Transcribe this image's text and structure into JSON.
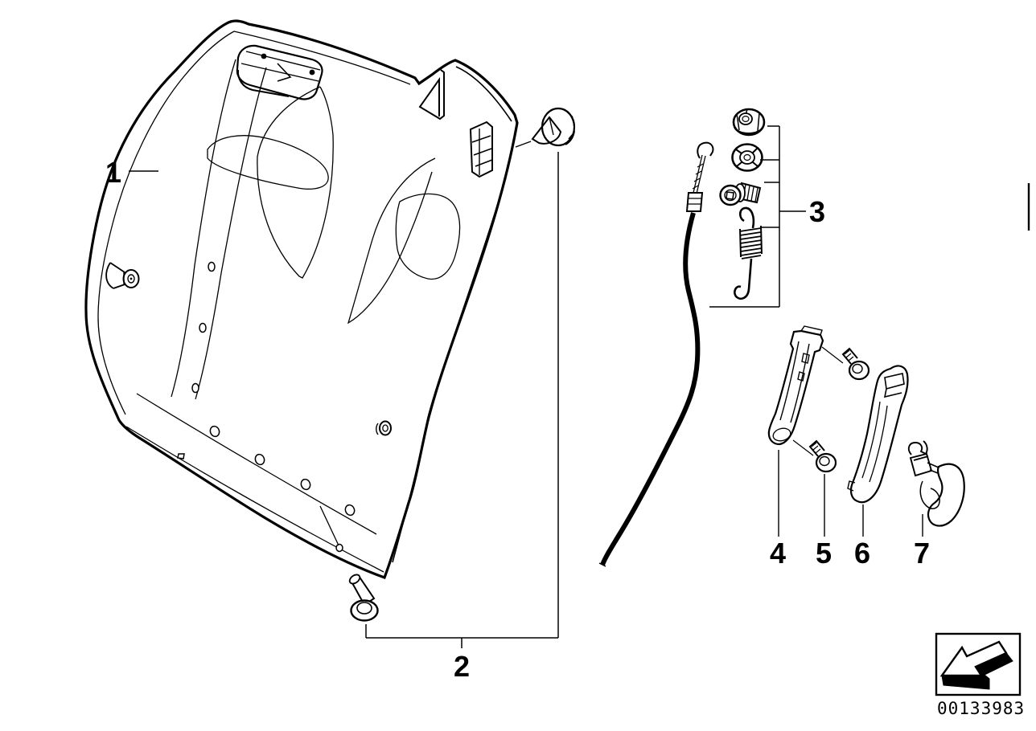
{
  "figure": {
    "background_color": "#ffffff",
    "line_color": "#000000",
    "description_kind": "exploded-parts-line-drawing"
  },
  "callouts": {
    "c1": "1",
    "c2": "2",
    "c3": "3",
    "c4": "4",
    "c5": "5",
    "c6": "6",
    "c7": "7"
  },
  "footer": {
    "document_number": "00133983",
    "arrow_icon": "direction-arrow-down-left"
  }
}
